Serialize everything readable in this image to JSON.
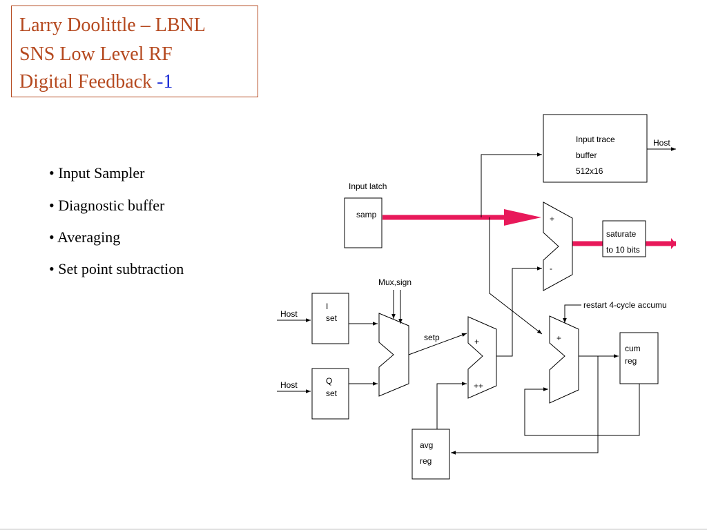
{
  "title": {
    "line1": "Larry Doolittle – LBNL",
    "line2": "SNS Low Level RF",
    "line3_text": "Digital Feedback ",
    "line3_num": "-1"
  },
  "bullets": [
    "• Input Sampler",
    "• Diagnostic buffer",
    "• Averaging",
    "• Set point subtraction"
  ],
  "diagram": {
    "trace_buffer_line1": "Input trace",
    "trace_buffer_line2": "buffer",
    "trace_buffer_line3": "512x16",
    "host_out": "Host",
    "input_latch": "Input latch",
    "samp": "samp",
    "sub_plus": "+",
    "sub_minus": "-",
    "saturate_line1": "saturate",
    "saturate_line2": "to 10 bits",
    "mux_sign": "Mux,sign",
    "host_i": "Host",
    "i_set_line1": "I",
    "i_set_line2": "set",
    "host_q": "Host",
    "q_set_line1": "Q",
    "q_set_line2": "set",
    "setp": "setp",
    "add_plus": "+",
    "add_plusplus": "++",
    "restart": "restart 4-cycle accumu",
    "acc_plus": "+",
    "cum_line1": "cum",
    "cum_line2": "reg",
    "avg_line1": "avg",
    "avg_line2": "reg"
  },
  "colors": {
    "title": "#b5491f",
    "title_number": "#1a2bd6",
    "data_path": "#e8195a"
  }
}
